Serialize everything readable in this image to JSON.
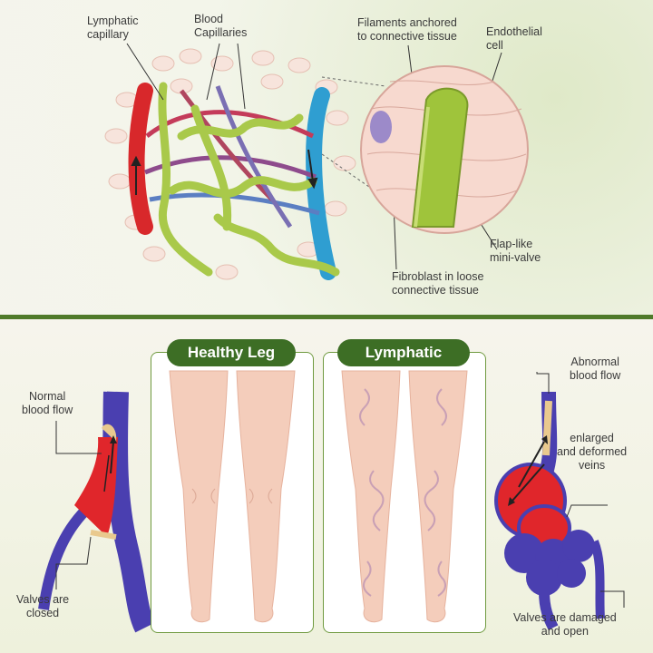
{
  "top_diagram": {
    "labels": {
      "lymphatic_capillary": "Lymphatic\ncapillary",
      "blood_capillaries": "Blood\nCapillaries",
      "filaments": "Filaments anchored\nto connective tissue",
      "endothelial_cell": "Endothelial\ncell",
      "flap_valve": "Flap-like\nmini-valve",
      "fibroblast": "Fibroblast in loose\nconnective tissue"
    }
  },
  "bottom": {
    "healthy_title": "Healthy Leg",
    "lymphatic_title": "Lymphatic",
    "left_labels": {
      "normal_flow": "Normal\nblood flow",
      "valves_closed": "Valves are\nclosed"
    },
    "right_labels": {
      "abnormal_flow": "Abnormal\nblood flow",
      "enlarged": "enlarged\nand deformed\nveins",
      "valves_damaged": "Valves are damaged\nand open"
    }
  },
  "colors": {
    "accent_green": "#3d6e25",
    "artery_red": "#d8282b",
    "vein_blue": "#2f9ed1",
    "lymph_green": "#a9c94a",
    "deep_vein": "#4a3fb0",
    "skin": "#f4cdbb"
  }
}
